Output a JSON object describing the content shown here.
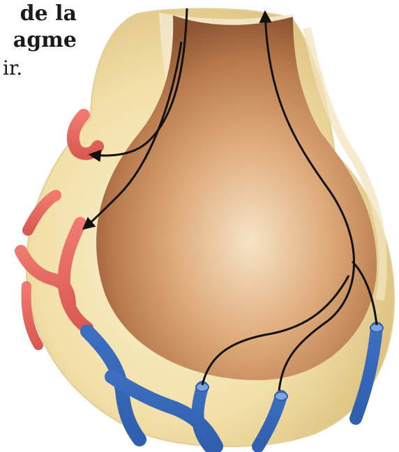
{
  "caption": {
    "line1": "de la",
    "line2": "agme",
    "line3": "ir."
  },
  "colors": {
    "background": "#ffffff",
    "tissue": "#f2e0a8",
    "alveolus_interior": "#c98a56",
    "artery": "#e8675e",
    "vein": "#3f73c4",
    "airflow_arrow": "#111111"
  },
  "icons": {
    "airflow_arrow": "arrow-head"
  }
}
